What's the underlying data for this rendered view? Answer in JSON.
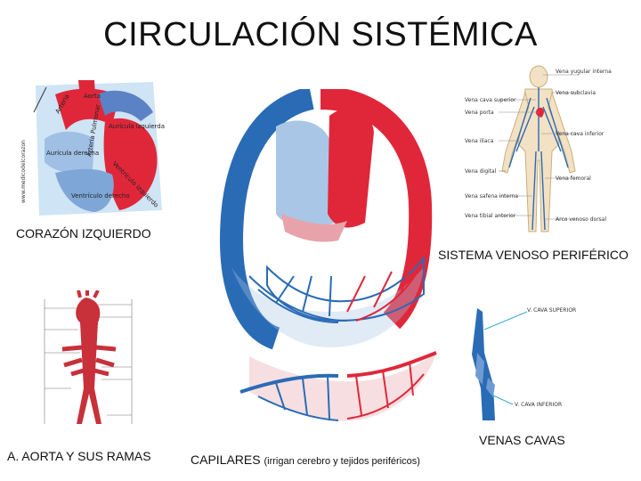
{
  "title": "CIRCULACIÓN SISTÉMICA",
  "captions": {
    "heart_left": "CORAZÓN IZQUIERDO",
    "venous_system": "SISTEMA VENOSO PERIFÉRICO",
    "aorta": "A. AORTA Y SUS RAMAS",
    "capillaries_main": "CAPILARES",
    "capillaries_note": "(irrigan cerebro y tejidos periféricos)",
    "venae_cavae": "VENAS CAVAS"
  },
  "heart_diagram": {
    "labels": {
      "aorta": "Aorta",
      "arteria": "Arteria",
      "arteria_pulmonar": "Arteria Pulmonar",
      "auricula_izquierda": "Aurícula izquierda",
      "auricula_derecha": "Aurícula derecha",
      "ventriculo_izquierdo": "Ventrículo izquierdo",
      "ventriculo_derecho": "Ventrículo derecho"
    }
  },
  "venas_cavas_diagram": {
    "labels": {
      "superior": "V. CAVA SUPERIOR",
      "inferior": "V. CAVA INFERIOR"
    }
  },
  "venous_figure": {
    "labels_left": [
      "Vena cava superior",
      "Vena porta",
      "Vena ilíaca",
      "Vena digital",
      "Vena safena interna",
      "Vena tibial anterior"
    ],
    "labels_right": [
      "Vena yugular interna",
      "Vena subclavia",
      "Vena cava inferior",
      "Vena femoral",
      "Arco venoso dorsal"
    ]
  },
  "colors": {
    "arterial": "#e0273a",
    "venous": "#2a6bb5",
    "pale_red": "#e8a3aa",
    "pale_blue": "#a9c6e6"
  }
}
